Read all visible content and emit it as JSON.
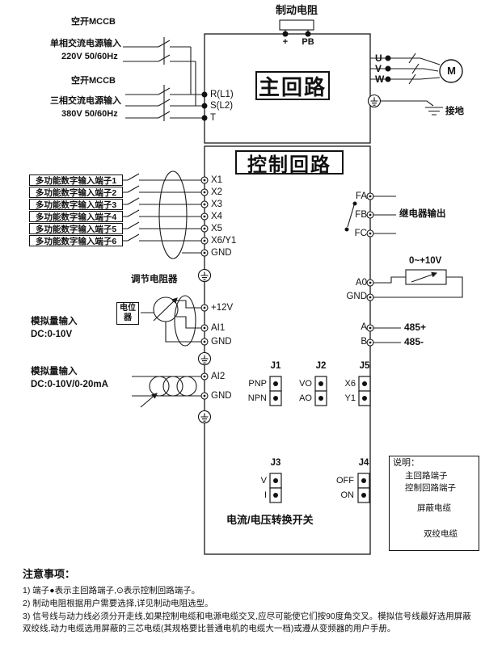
{
  "diagram": {
    "braking_resistor": {
      "label": "制动电阻",
      "plus": "+",
      "pb": "PB"
    },
    "power": {
      "breaker1": "空开MCCB",
      "single_phase_line1": "单相交流电源输入",
      "single_phase_line2": "220V 50/60Hz",
      "breaker2": "空开MCCB",
      "three_phase_line1": "三相交流电源输入",
      "three_phase_line2": "380V 50/60Hz",
      "input_terminals": [
        "R(L1)",
        "S(L2)",
        "T"
      ]
    },
    "main_circuit_label": "主回路",
    "output": {
      "u": "U",
      "v": "V",
      "w": "W",
      "motor": "M",
      "ground": "接地"
    },
    "control_circuit_label": "控制回路",
    "digital_inputs": {
      "labels": [
        "多功能数字输入端子1",
        "多功能数字输入端子2",
        "多功能数字输入端子3",
        "多功能数字输入端子4",
        "多功能数字输入端子5",
        "多功能数字输入端子6"
      ],
      "terminals": [
        "X1",
        "X2",
        "X3",
        "X4",
        "X5",
        "X6/Y1",
        "GND"
      ]
    },
    "analog1": {
      "adjust": "调节电阻器",
      "pot": "电位器",
      "desc1": "模拟量输入",
      "desc2": "DC:0-10V",
      "t_12v": "+12V",
      "t_ai1": "AI1",
      "t_gnd": "GND"
    },
    "analog2": {
      "desc1": "模拟量输入",
      "desc2": "DC:0-10V/0-20mA",
      "t_ai2": "AI2",
      "t_gnd": "GND"
    },
    "relay": {
      "fa": "FA",
      "fb": "FB",
      "fc": "FC",
      "label": "继电器输出"
    },
    "analog_out": {
      "range": "0~+10V",
      "t_a0": "A0",
      "t_gnd": "GND"
    },
    "comm": {
      "t_a": "A",
      "t_b": "B",
      "p485": "485+",
      "n485": "485-"
    },
    "jumpers": {
      "j1": {
        "name": "J1",
        "top": "PNP",
        "bottom": "NPN"
      },
      "j2": {
        "name": "J2",
        "top": "VO",
        "bottom": "AO"
      },
      "j5": {
        "name": "J5",
        "top": "X6",
        "bottom": "Y1"
      },
      "j3": {
        "name": "J3",
        "top": "V",
        "bottom": "I"
      },
      "j4": {
        "name": "J4",
        "top": "OFF",
        "bottom": "ON"
      }
    },
    "switch_label": "电流/电压转换开关"
  },
  "legend": {
    "title": "说明：",
    "main_terminal": "主回路端子",
    "control_terminal": "控制回路端子",
    "shielded": "屏蔽电缆",
    "twisted": "双绞电缆"
  },
  "notes": {
    "title": "注意事项：",
    "items": [
      "1) 端子●表示主回路端子,⊙表示控制回路端子。",
      "2) 制动电阻根据用户需要选择,详见制动电阻选型。",
      "3) 信号线与动力线必须分开走线,如果控制电缆和电源电缆交叉,应尽可能使它们按90度角交叉。模拟信号线最好选用屏蔽双绞线,动力电缆选用屏蔽的三芯电缆(其规格要比普通电机的电缆大一档)或遵从变频器的用户手册。"
    ]
  }
}
